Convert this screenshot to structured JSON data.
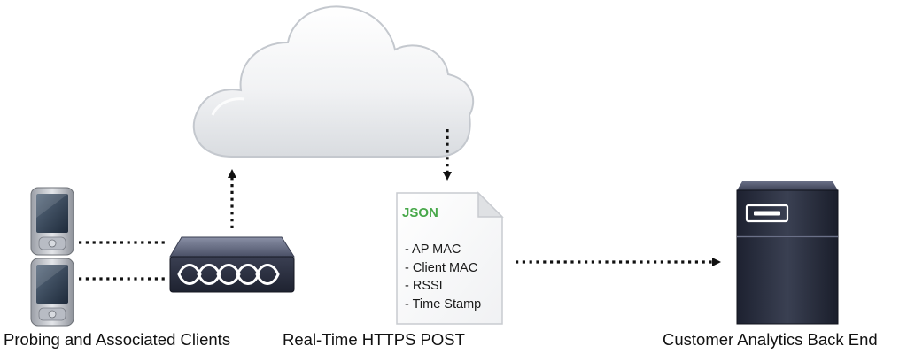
{
  "labels": {
    "clients": "Probing and Associated Clients",
    "post": "Real-Time HTTPS POST",
    "backend": "Customer Analytics Back End"
  },
  "json_document": {
    "title": "JSON",
    "fields": [
      "- AP MAC",
      "- Client MAC",
      "- RSSI",
      "- Time Stamp"
    ]
  },
  "nodes": [
    {
      "type": "phone-icon",
      "role": "client"
    },
    {
      "type": "phone-icon",
      "role": "client"
    },
    {
      "type": "access-point-icon",
      "role": "wireless access point"
    },
    {
      "type": "cloud-icon",
      "role": "cloud"
    },
    {
      "type": "document-icon",
      "role": "JSON payload"
    },
    {
      "type": "server-icon",
      "role": "analytics back end"
    }
  ],
  "connectors": [
    {
      "from": "phone-top",
      "to": "access-point",
      "style": "dotted",
      "arrow": false
    },
    {
      "from": "phone-bottom",
      "to": "access-point",
      "style": "dotted",
      "arrow": false
    },
    {
      "from": "access-point",
      "to": "cloud",
      "style": "dotted",
      "arrow": true
    },
    {
      "from": "cloud",
      "to": "json-document",
      "style": "dotted",
      "arrow": true
    },
    {
      "from": "json-document",
      "to": "server",
      "style": "dotted",
      "arrow": true
    }
  ],
  "colors": {
    "json_title": "#48a84a",
    "connector": "#111111",
    "device_dark": "#2b2f3d",
    "cloud_fill": "#eef0f3"
  }
}
